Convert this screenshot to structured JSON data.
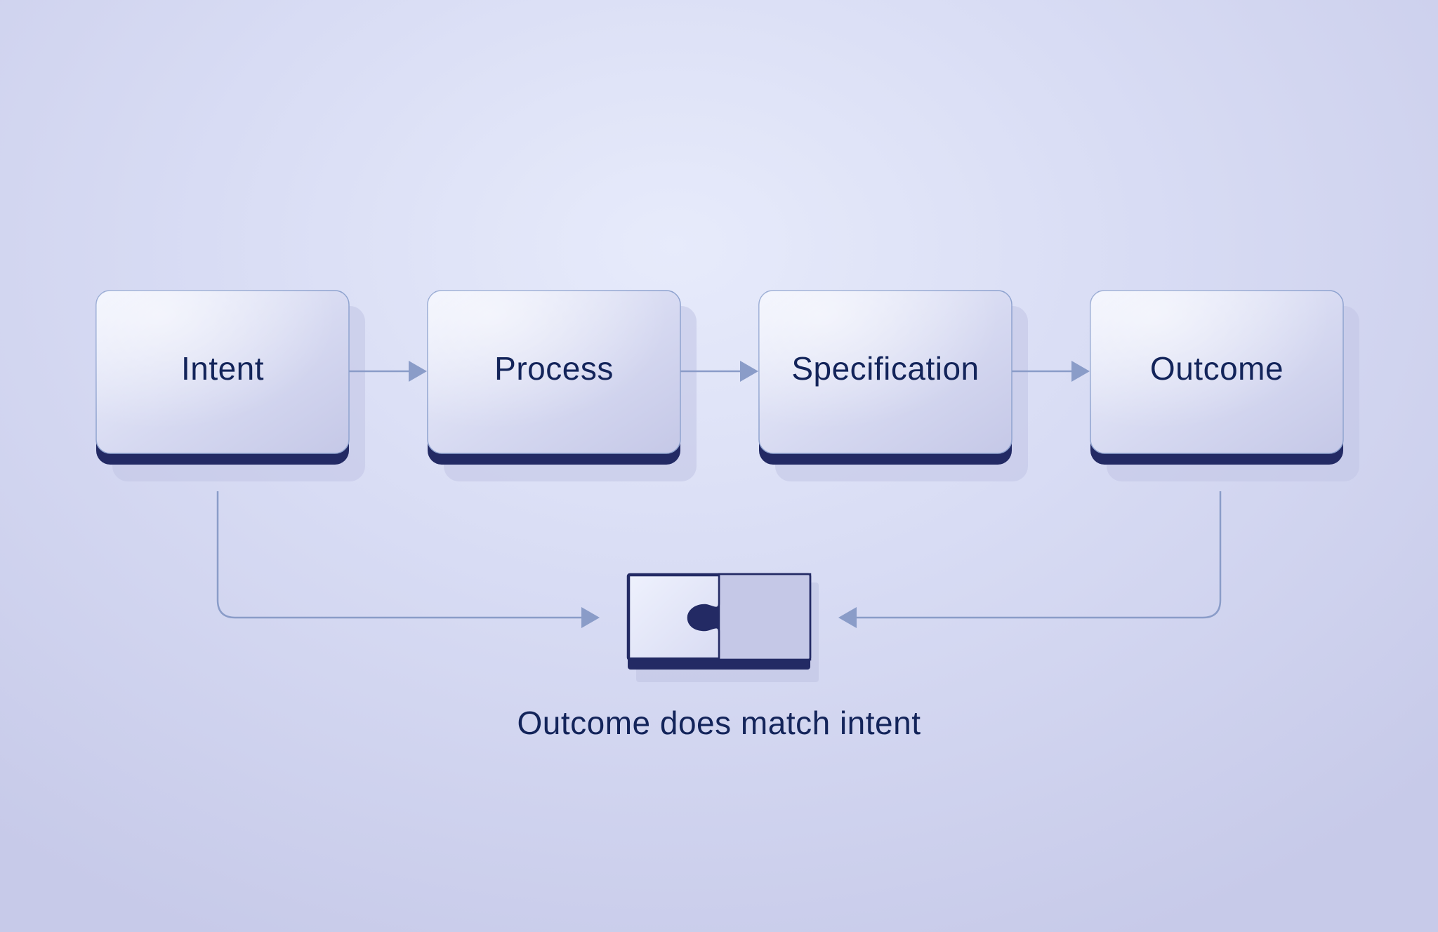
{
  "steps": [
    {
      "label": "Intent"
    },
    {
      "label": "Process"
    },
    {
      "label": "Specification"
    },
    {
      "label": "Outcome"
    }
  ],
  "match": {
    "caption": "Outcome does match intent",
    "icon": "puzzle-icon"
  },
  "colors": {
    "text": "#13245a",
    "box_base": "#232a64",
    "connector": "#8a9cc8",
    "box_border": "#8fa3cf"
  }
}
